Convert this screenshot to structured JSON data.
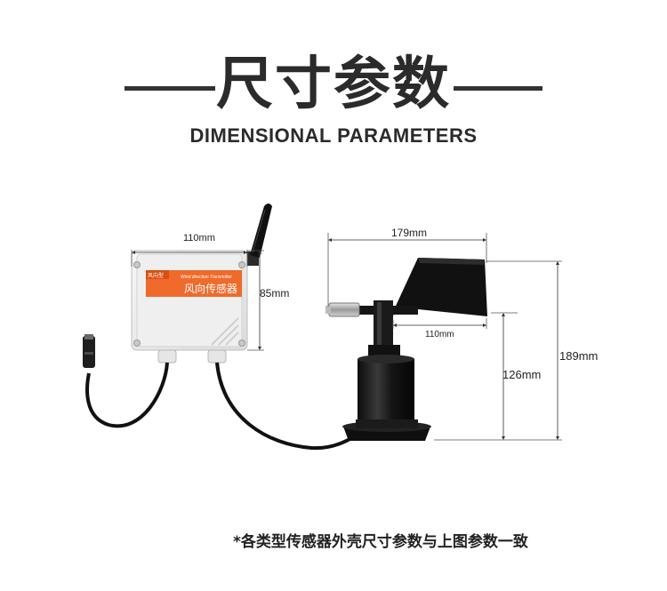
{
  "header": {
    "title_cn": "尺寸参数",
    "title_en": "DIMENSIONAL PARAMETERS"
  },
  "transmitter": {
    "width_label": "110mm",
    "height_label": "85mm",
    "panel_small_label": "风向型",
    "panel_en_label": "Wind direction Transmitter",
    "panel_cn_label": "风向传感器",
    "accent_color": "#f06a2b"
  },
  "wind_vane": {
    "span_label": "179mm",
    "fin_label": "110mm",
    "base_height_label": "126mm",
    "total_height_label": "189mm"
  },
  "footnote": "*各类型传感器外壳尺寸参数与上图参数一致"
}
